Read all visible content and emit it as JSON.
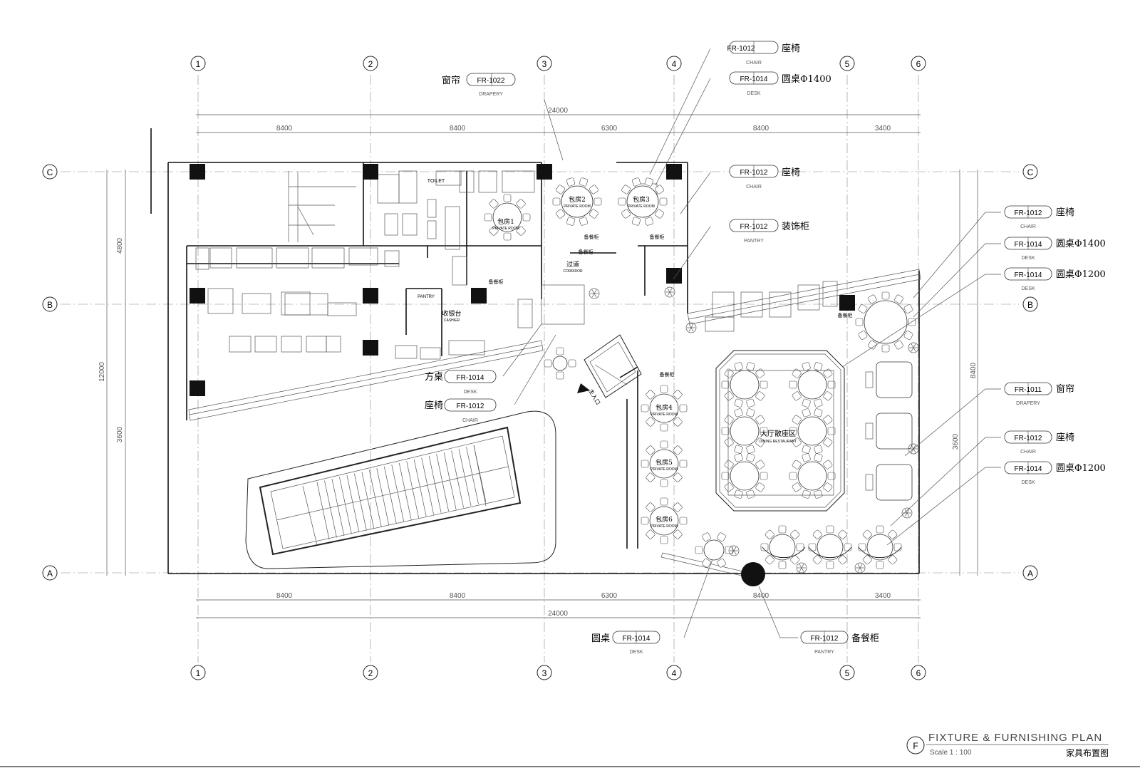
{
  "grid": {
    "columns": [
      "1",
      "2",
      "3",
      "4",
      "5",
      "6"
    ],
    "rows": [
      "C",
      "B",
      "A"
    ]
  },
  "dimensions": {
    "top_total": "24000",
    "top_segments": [
      "8400",
      "8400",
      "6300",
      "8400",
      "3400"
    ],
    "bottom_total": "24000",
    "bottom_segments": [
      "8400",
      "8400",
      "6300",
      "8400",
      "3400"
    ],
    "left_segments": [
      "4800",
      "12000",
      "3600"
    ],
    "right_segments": [
      "8400",
      "3600"
    ]
  },
  "rooms": [
    {
      "label": "包房1",
      "sub": "PRIVATE ROOM"
    },
    {
      "label": "包房2",
      "sub": "PRIVATE ROOM"
    },
    {
      "label": "包房3",
      "sub": "PRIVATE ROOM"
    },
    {
      "label": "包房4",
      "sub": "PRIVATE ROOM"
    },
    {
      "label": "包房5",
      "sub": "PRIVATE ROOM"
    },
    {
      "label": "包房6",
      "sub": "PRIVATE ROOM"
    },
    {
      "label": "大厅散座区",
      "sub": "DINING RESTAURANT"
    },
    {
      "label": "过道",
      "sub": "CORRIDOR"
    },
    {
      "label": "收银台",
      "sub": "CASHIER"
    },
    {
      "label": "主入口",
      "sub": ""
    }
  ],
  "small_labels": [
    "备餐柜",
    "备餐柜",
    "备餐柜",
    "备餐柜",
    "备餐柜",
    "备餐柜",
    "TOILET",
    "PANTRY"
  ],
  "callouts": [
    {
      "code": "FR-1012",
      "cn": "座椅",
      "en": "CHAIR"
    },
    {
      "code": "FR-1014",
      "cn": "圆桌Φ1400",
      "en": "DESK"
    },
    {
      "code": "FR-1012",
      "cn": "座椅",
      "en": "CHAIR"
    },
    {
      "code": "FR-1012",
      "cn": "装饰柜",
      "en": "PANTRY"
    },
    {
      "code": "FR-1012",
      "cn": "座椅",
      "en": "CHAIR"
    },
    {
      "code": "FR-1014",
      "cn": "圆桌Φ1400",
      "en": "DESK"
    },
    {
      "code": "FR-1014",
      "cn": "圆桌Φ1200",
      "en": "DESK"
    },
    {
      "code": "FR-1011",
      "cn": "窗帘",
      "en": "DRAPERY"
    },
    {
      "code": "FR-1012",
      "cn": "座椅",
      "en": "CHAIR"
    },
    {
      "code": "FR-1014",
      "cn": "圆桌Φ1200",
      "en": "DESK"
    }
  ],
  "callout_drapery_top": {
    "cn": "窗帘",
    "code": "FR-1022",
    "en": "DRAPERY"
  },
  "callout_square_table": {
    "cn": "方桌",
    "code": "FR-1014",
    "en": "DESK"
  },
  "callout_chair_left": {
    "cn": "座椅",
    "code": "FR-1012",
    "en": "CHAIR"
  },
  "callout_round_table_bottom": {
    "cn": "圆桌",
    "code": "FR-1014",
    "en": "DESK"
  },
  "callout_pantry_bottom": {
    "code": "FR-1012",
    "cn": "备餐柜",
    "en": "PANTRY"
  },
  "title_block": {
    "letter": "F",
    "title_en": "FIXTURE & FURNISHING PLAN",
    "scale": "Scale 1 : 100",
    "title_cn": "家具布置图"
  }
}
